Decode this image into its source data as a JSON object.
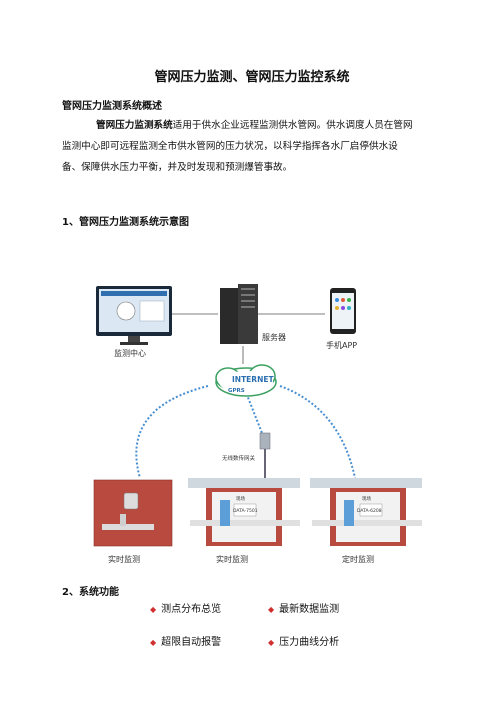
{
  "title": "管网压力监测、管网压力监控系统",
  "overview": {
    "heading": "管网压力监测系统概述",
    "lead": "管网压力监测系统",
    "line1_rest": "适用于供水企业远程监测供水管网。供水调度人员在管网",
    "line2": "监测中心即可远程监测全市供水管网的压力状况，以科学指挥各水厂启停供水设",
    "line3": "备、保障供水压力平衡，并及时发现和预测爆管事故。"
  },
  "section1": {
    "heading": "1、管网压力监测系统示意图"
  },
  "diagram": {
    "monitor_label": "监测中心",
    "server_label": "服务器",
    "phone_label": "手机APP",
    "cloud_text": "INTERNET",
    "gprs_text": "GPRS",
    "gateway_label": "无线数传网关",
    "device_a": "DATA-7501",
    "device_b": "DATA-6208",
    "device_a_tag": "现场",
    "device_b_tag": "现场",
    "realtime_1": "实时监测",
    "realtime_2": "实时监测",
    "scheduled": "定时监测"
  },
  "section2": {
    "heading": "2、系统功能",
    "features": [
      "测点分布总览",
      "最新数据监测",
      "超限自动报警",
      "压力曲线分析"
    ]
  },
  "colors": {
    "accent_red": "#d03030",
    "link_blue": "#2a6fb0",
    "brick": "#b84a3f"
  }
}
